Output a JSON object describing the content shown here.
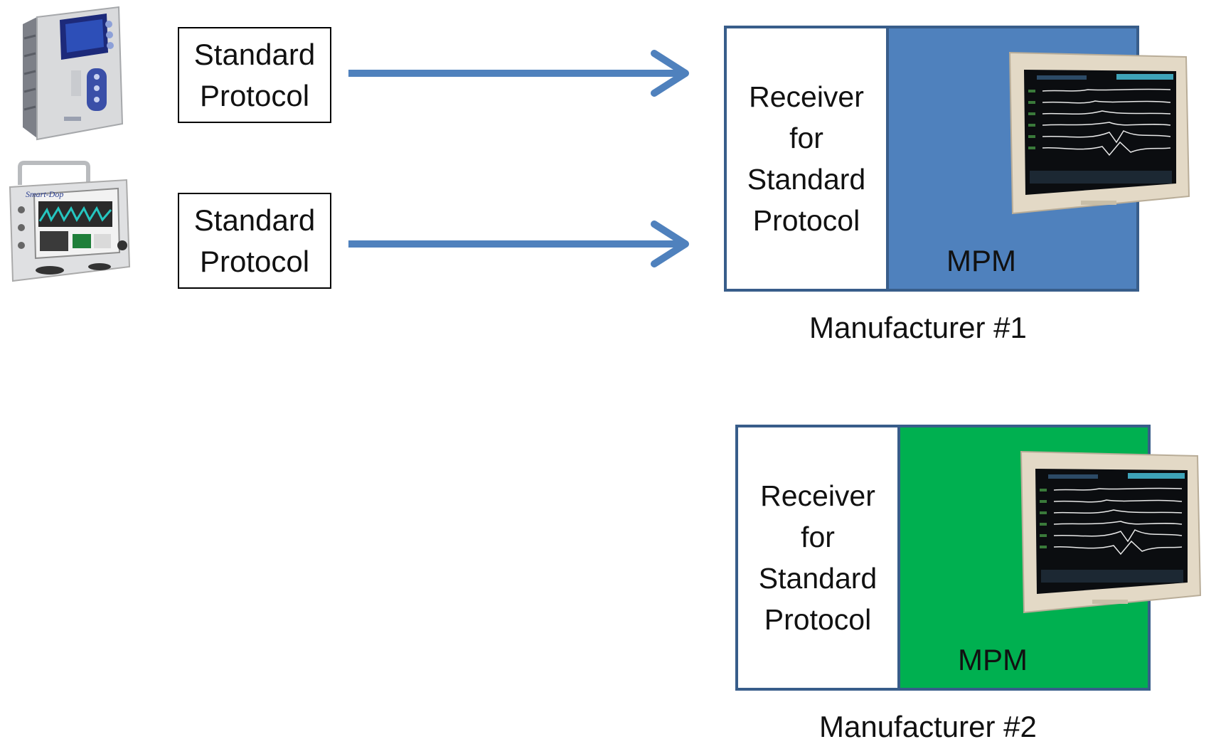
{
  "colors": {
    "arrow": "#4f81bd",
    "manufacturer1_fill": "#4f81bd",
    "manufacturer1_border": "#385d8a",
    "manufacturer2_fill": "#00b050",
    "manufacturer2_border": "#385d8a"
  },
  "devices": [
    {
      "icon": "infusion-pump-device"
    },
    {
      "icon": "bedside-monitor-device"
    }
  ],
  "protocols": [
    {
      "label": "Standard\nProtocol"
    },
    {
      "label": "Standard\nProtocol"
    }
  ],
  "manufacturers": [
    {
      "receiver": "Receiver\nfor\nStandard\nProtocol",
      "mpm": "MPM",
      "name": "Manufacturer #1"
    },
    {
      "receiver": "Receiver\nfor\nStandard\nProtocol",
      "mpm": "MPM",
      "name": "Manufacturer #2"
    }
  ]
}
